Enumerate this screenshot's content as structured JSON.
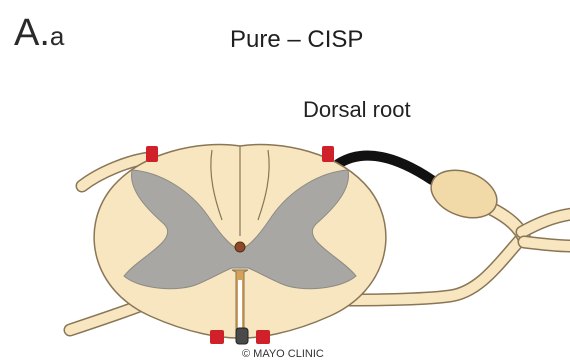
{
  "panel": {
    "label_main": "A.",
    "label_sub": "a"
  },
  "title": "Pure – CISP",
  "labels": {
    "dorsal_root": "Dorsal root"
  },
  "credit": "© MAYO CLINIC",
  "colors": {
    "cord_fill": "#f7e6bf",
    "cord_outline": "#8a7656",
    "gray_matter": "#a9a7a3",
    "highlight_root": "#111111",
    "vessel_red": "#d0212b",
    "ganglion_fill": "#f2d9a8"
  }
}
